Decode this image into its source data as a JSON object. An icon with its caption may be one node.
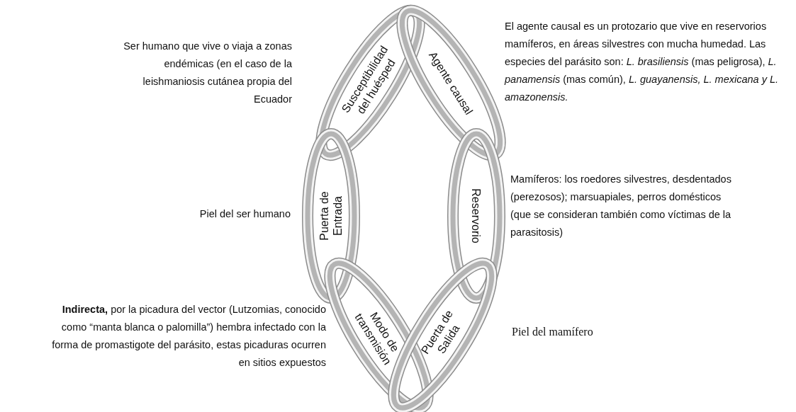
{
  "diagram": {
    "nodes": [
      {
        "text": [
          "Susceptibilidad del huésped"
        ],
        "beside": [
          "Ser humano que vive o viaja a zonas endémicas (en el caso de la leishmaniosis cutánea propia del Ecuador"
        ]
      },
      {
        "text": [
          "Agente causal"
        ],
        "beside": [
          "El agente causal es un protozario que vive en reservorios mamíferos, en áreas silvestres con mucha humedad. Las especies del parásito son: *L. brasiliensis* (mas peligrosa), *L. panamensis* (mas común), *L. guayanensis, L. mexicana y L. amazonensis.*"
        ]
      },
      {
        "text": [
          "Puerta de Entrada"
        ],
        "beside": [
          "Piel del ser humano"
        ]
      },
      {
        "text": [
          "Reservorio"
        ],
        "beside": [
          "Mamíferos: los roedores silvestres, desdentados (perezosos); marsuapiales, perros domésticos (que se consideran también como víctimas de la parasitosis)"
        ]
      },
      {
        "text": [
          "Modo de transmisión"
        ],
        "beside": [
          "**Indirecta,** por  la picadura del vector (Lutzomias, conocido como “manta blanca o palomilla”) hembra infectado con la forma de promastigote del parásito, estas picaduras ocurren en sitios expuestos"
        ]
      },
      {
        "text": [
          "Puerta de Salida"
        ],
        "beside": [
          "Piel del mamífero"
        ]
      }
    ]
  }
}
